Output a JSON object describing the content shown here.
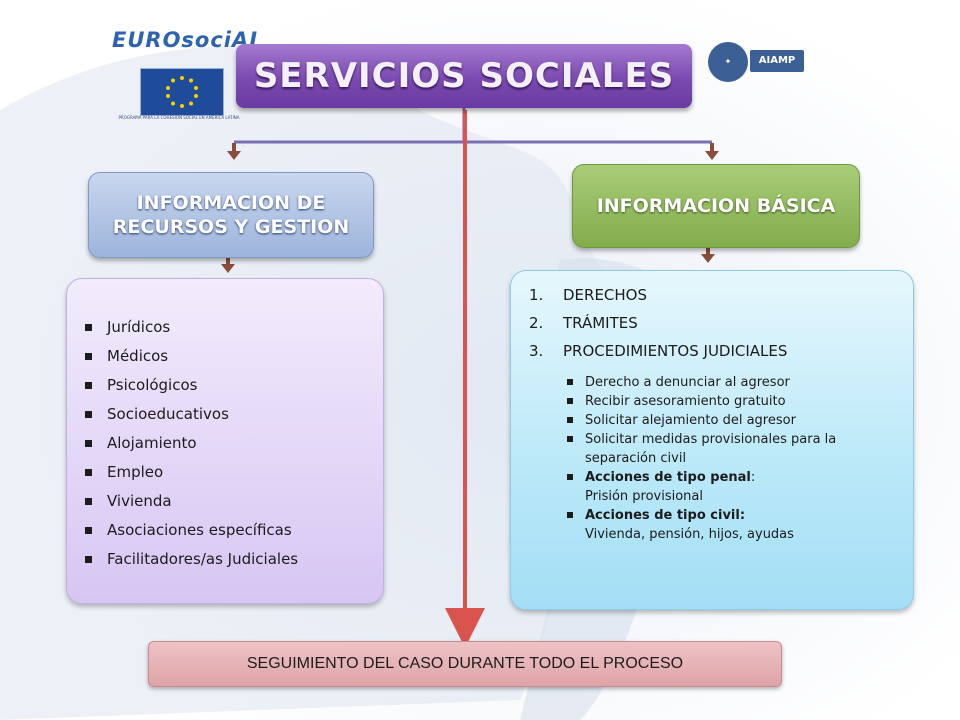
{
  "title": "SERVICIOS SOCIALES",
  "logos": {
    "eurosocial": "EUROsociAL",
    "eurosocial_caption": "PROGRAMA PARA LA COHESIÓN SOCIAL EN AMÉRICA LATINA",
    "aiamp": "AIAMP"
  },
  "left_branch": {
    "heading_line1": "INFORMACION DE",
    "heading_line2": "RECURSOS Y GESTION",
    "items": [
      "Jurídicos",
      "Médicos",
      "Psicológicos",
      "Socioeducativos",
      "Alojamiento",
      "Empleo",
      "Vivienda",
      "Asociaciones específicas",
      "Facilitadores/as Judiciales"
    ]
  },
  "right_branch": {
    "heading": "INFORMACION BÁSICA",
    "numbered": [
      {
        "num": "1.",
        "text": "DERECHOS"
      },
      {
        "num": "2.",
        "text": "TRÁMITES"
      },
      {
        "num": "3.",
        "text": "PROCEDIMIENTOS JUDICIALES"
      }
    ],
    "sub_items": {
      "s1": "Derecho a denunciar al agresor",
      "s2": "Recibir asesoramiento gratuito",
      "s3": "Solicitar alejamiento del agresor",
      "s4": "Solicitar medidas provisionales para la separación civil",
      "s5_bold": "Acciones de tipo penal",
      "s5_sep": ":",
      "s5_detail": "Prisión provisional",
      "s6_bold": "Acciones de tipo civil:",
      "s6_detail": "Vivienda, pensión, hijos, ayudas"
    }
  },
  "bottom": "SEGUIMIENTO DEL CASO DURANTE TODO EL PROCESO",
  "colors": {
    "title_purple": "#7b4ab0",
    "recursos_blue": "#9db4dc",
    "basica_green": "#82ad4c",
    "panel_lavender": "#e2d5f7",
    "panel_cyan": "#b9e8f8",
    "bottom_pink": "#dea4a8",
    "red_arrow": "#d9534f",
    "connector_purple": "#7a6fb3"
  }
}
